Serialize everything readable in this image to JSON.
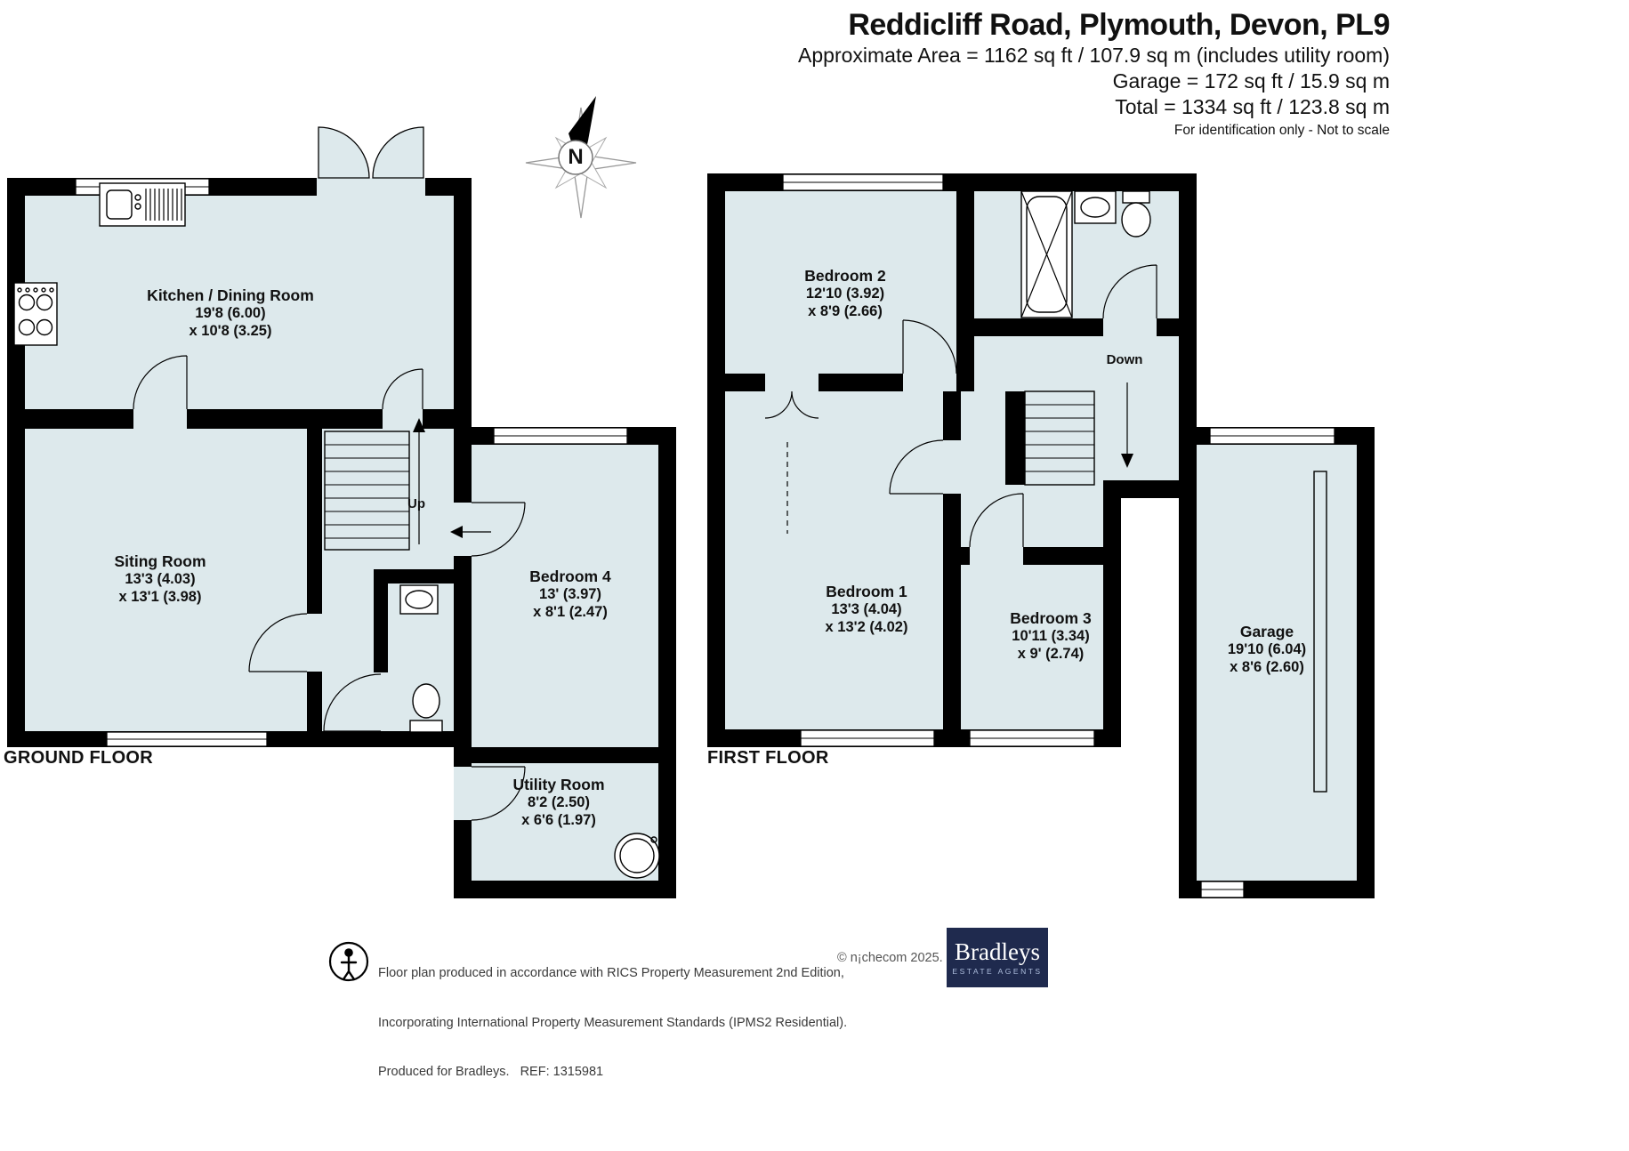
{
  "header": {
    "title": "Reddicliff Road, Plymouth, Devon, PL9",
    "approximate_area": "Approximate Area = 1162 sq ft / 107.9 sq m (includes utility room)",
    "garage_area": "Garage = 172 sq ft / 15.9 sq m",
    "total_area": "Total = 1334 sq ft / 123.8 sq m",
    "disclaimer": "For identification only - Not to scale"
  },
  "compass": {
    "label": "N"
  },
  "ground_floor": {
    "label": "GROUND FLOOR",
    "stairs_label": "Up",
    "rooms": {
      "kitchen": {
        "name": "Kitchen / Dining Room",
        "dim1": "19'8 (6.00)",
        "dim2": "x 10'8 (3.25)"
      },
      "sitting": {
        "name": "Siting Room",
        "dim1": "13'3 (4.03)",
        "dim2": "x 13'1 (3.98)"
      },
      "bedroom4": {
        "name": "Bedroom 4",
        "dim1": "13' (3.97)",
        "dim2": "x 8'1 (2.47)"
      },
      "utility": {
        "name": "Utility Room",
        "dim1": "8'2 (2.50)",
        "dim2": "x 6'6 (1.97)"
      }
    }
  },
  "first_floor": {
    "label": "FIRST FLOOR",
    "stairs_label": "Down",
    "rooms": {
      "bedroom2": {
        "name": "Bedroom 2",
        "dim1": "12'10 (3.92)",
        "dim2": "x 8'9 (2.66)"
      },
      "bedroom1": {
        "name": "Bedroom 1",
        "dim1": "13'3 (4.04)",
        "dim2": "x 13'2 (4.02)"
      },
      "bedroom3": {
        "name": "Bedroom 3",
        "dim1": "10'11 (3.34)",
        "dim2": "x 9' (2.74)"
      },
      "garage": {
        "name": "Garage",
        "dim1": "19'10 (6.04)",
        "dim2": "x 8'6 (2.60)"
      }
    }
  },
  "footer": {
    "disclaimer_line1": "Floor plan produced in accordance with RICS Property Measurement 2nd Edition,",
    "disclaimer_line2": "Incorporating International Property Measurement Standards (IPMS2 Residential).",
    "disclaimer_line3": "Produced for Bradleys.   REF: 1315981",
    "copyright": "© n¡checom 2025.",
    "logo": {
      "name": "Bradleys",
      "tagline": "ESTATE AGENTS"
    }
  },
  "colors": {
    "room_fill": "#dde9ec",
    "wall": "#000000",
    "logo_bg": "#1f2a4e",
    "logo_tagline": "#aebedd"
  }
}
